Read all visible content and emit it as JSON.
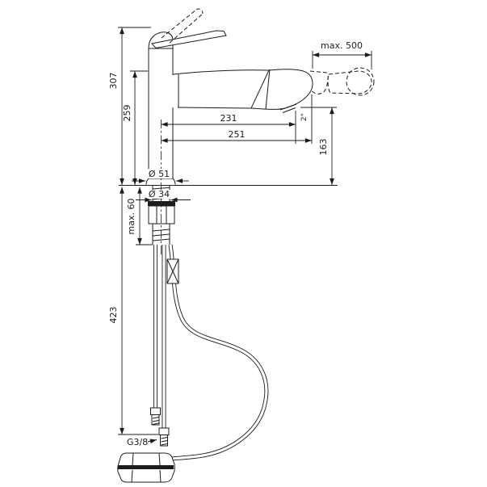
{
  "drawing": {
    "type": "technical-dimension-drawing",
    "subject": "kitchen-faucet-with-pullout-spray",
    "background": "#ffffff",
    "line_color": "#1c1c1c",
    "labels": {
      "total_height": "307",
      "spout_height": "259",
      "hose_pullout": "max. 500",
      "reach_inner": "231",
      "reach_outer": "251",
      "outlet_height": "163",
      "outlet_angle": "2°",
      "base_diameter": "Ø 51",
      "hole_diameter": "Ø 34",
      "counter_thickness": "max. 60",
      "hose_length": "423",
      "thread": "G3/8"
    }
  }
}
